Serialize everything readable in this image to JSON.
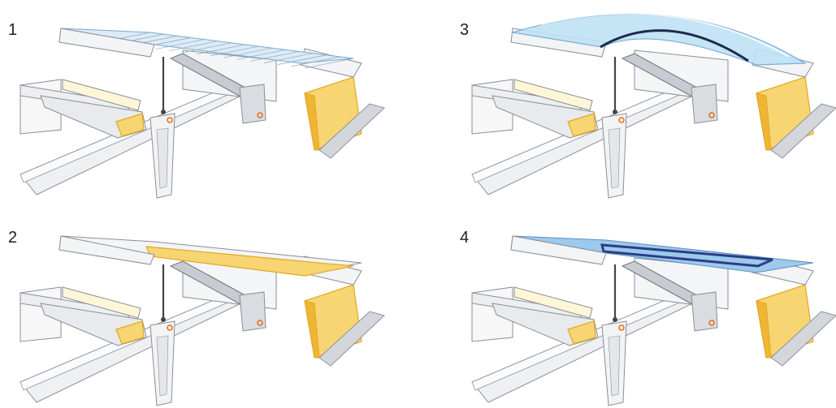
{
  "panels": [
    {
      "label": "1",
      "variant": "multiwall-flat"
    },
    {
      "label": "3",
      "variant": "clear-dome"
    },
    {
      "label": "2",
      "variant": "insulated-sandwich"
    },
    {
      "label": "4",
      "variant": "tinted-flat-glazing"
    }
  ],
  "colors": {
    "insulation": "#f6d572",
    "insulation_edge": "#e3a820",
    "frame": "#f3f4f6",
    "frame_stroke": "#8a8f96",
    "metal": "#c8ccd2",
    "dome": "#bfe3f6",
    "glazing_blue": "#9cc9ec",
    "tinted_edge": "#2c3e86",
    "accent_orange": "#e46a1e"
  }
}
